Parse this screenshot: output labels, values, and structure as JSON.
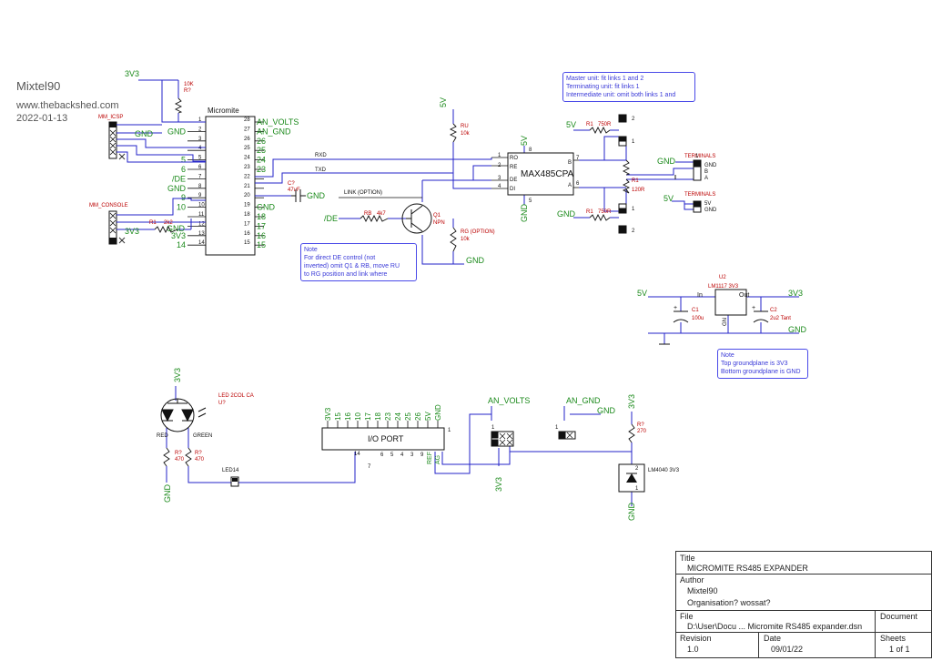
{
  "header": {
    "author": "Mixtel90",
    "website": "www.thebackshed.com",
    "date": "2022-01-13"
  },
  "notes": {
    "links": [
      "Master unit: fit links 1 and 2",
      "Terminating unit: fit links 1",
      "Intermediate unit: omit both links 1 and"
    ],
    "de_control": [
      "Note",
      "For direct DE control (not",
      "inverted) omit Q1 & RB, move RU",
      "to RG position and link where"
    ],
    "groundplane": [
      "Note",
      "Top groundplane is 3V3",
      "Bottom groundplane is GND"
    ]
  },
  "components": {
    "micromite": {
      "name": "Micromite",
      "left_pins": [
        "1",
        "2",
        "3",
        "4",
        "5",
        "6",
        "7",
        "8",
        "9",
        "10",
        "11",
        "12",
        "13",
        "14"
      ],
      "right_pins": [
        "28",
        "27",
        "26",
        "25",
        "24",
        "23",
        "22",
        "21",
        "20",
        "19",
        "18",
        "17",
        "16",
        "15"
      ],
      "right_labels": [
        "AN_VOLTS",
        "AN_GND",
        "26",
        "25",
        "24",
        "23",
        "",
        "",
        "",
        "GND",
        "18",
        "17",
        "16",
        "15"
      ],
      "left_labels": [
        "",
        "GND",
        "",
        "",
        "5",
        "6",
        "/DE",
        "GND",
        "9",
        "10",
        "",
        "",
        "3V3",
        "14"
      ]
    },
    "max485": {
      "name": "MAX485CPA",
      "pins_left": [
        "1",
        "2",
        "3",
        "4"
      ],
      "pins_left_labels": [
        "RO",
        "RE",
        "DE",
        "DI"
      ],
      "pins_right": [
        "7",
        "6"
      ],
      "pins_right_labels": [
        "B",
        "A"
      ],
      "pin_top": "8",
      "pin_bottom": "5"
    },
    "io_port": {
      "name": "I/O PORT",
      "top_pins": [
        "3V3",
        "15",
        "16",
        "10",
        "17",
        "18",
        "23",
        "24",
        "25",
        "26",
        "5V",
        "GND"
      ],
      "bottom_pins": [
        "14",
        "6",
        "5",
        "4",
        "3",
        "9",
        "REF",
        "AG"
      ],
      "pin_right": "1",
      "pin_7": "7"
    },
    "mm_icsp": "MM_ICSP",
    "mm_console": "MM_CONSOLE",
    "r_10k_top": {
      "ref": "10K",
      "val": "R?"
    },
    "ru": {
      "ref": "RU",
      "val": "10k"
    },
    "rg": {
      "ref": "RG (OPTION)",
      "val": "10k"
    },
    "rb": {
      "ref": "RB",
      "val": "4k7"
    },
    "q1": {
      "ref": "Q1",
      "val": "NPN"
    },
    "c_tx": {
      "ref": "C?",
      "val": "47uF"
    },
    "r1_top": {
      "ref": "R1",
      "val": "750R"
    },
    "r1_mid": {
      "ref": "R1",
      "val": "120R"
    },
    "r1_bot": {
      "ref": "R1",
      "val": "750R"
    },
    "r_console": {
      "ref": "R1",
      "val": "2k2"
    },
    "u2": {
      "ref": "U2",
      "val": "LM1117 3V3",
      "in": "In",
      "out": "Out",
      "gnd": "GN"
    },
    "c1": {
      "ref": "C1",
      "val": "100u"
    },
    "c2": {
      "ref": "C2",
      "val": "2u2 Tant"
    },
    "led": {
      "ref": "LED 2COL CA",
      "val": "U?",
      "red": "RED",
      "green": "GREEN"
    },
    "r_red": {
      "ref": "R?",
      "val": "470"
    },
    "r_green": {
      "ref": "R?",
      "val": "470"
    },
    "led14": "LED14",
    "r_ref": {
      "ref": "R?",
      "val": "270"
    },
    "lm4040": "LM4040 3V3",
    "terminals1": {
      "name": "TERMINALS",
      "pins": [
        "GND",
        "B",
        "A"
      ]
    },
    "terminals2": {
      "name": "TERMINALS",
      "pins": [
        "5V",
        "GND"
      ]
    }
  },
  "nets": {
    "v3v3": "3V3",
    "v5": "5V",
    "gnd": "GND",
    "rxd": "RXD",
    "txd": "TXD",
    "de": "/DE",
    "link": "LINK (OPTION)",
    "an_volts": "AN_VOLTS",
    "an_gnd": "AN_GND"
  },
  "title_block": {
    "title_label": "Title",
    "title": "MICROMITE RS485 EXPANDER",
    "author_label": "Author",
    "author": "Mixtel90",
    "org": "Organisation? wossat?",
    "file_label": "File",
    "document_label": "Document",
    "file": "D:\\User\\Docu ... Micromite RS485 expander.dsn",
    "revision_label": "Revision",
    "revision": "1.0",
    "date_label": "Date",
    "date": "09/01/22",
    "sheets_label": "Sheets",
    "sheets": "1 of 1"
  }
}
